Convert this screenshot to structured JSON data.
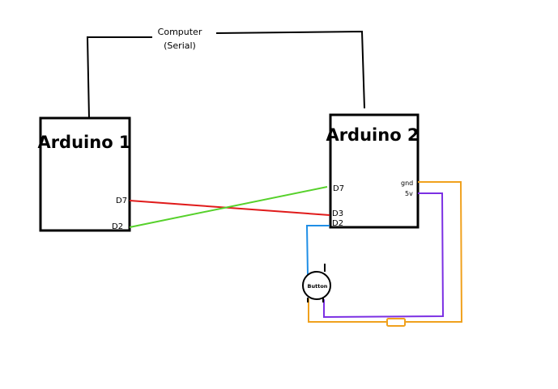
{
  "diagram": {
    "computer": {
      "line1": "Computer",
      "line2": "(Serial)"
    },
    "arduino1": {
      "title": "Arduino 1",
      "pins": {
        "d7": "D7",
        "d2": "D2"
      }
    },
    "arduino2": {
      "title": "Arduino 2",
      "pins": {
        "d7": "D7",
        "d3": "D3",
        "d2": "D2",
        "gnd": "gnd",
        "fivev": "5v"
      }
    },
    "button": {
      "label": "Button"
    },
    "colors": {
      "black": "#000000",
      "red": "#e01b1b",
      "green": "#56d12b",
      "blue": "#1f8ee6",
      "orange": "#f0a11d",
      "purple": "#7b2fe3"
    }
  }
}
